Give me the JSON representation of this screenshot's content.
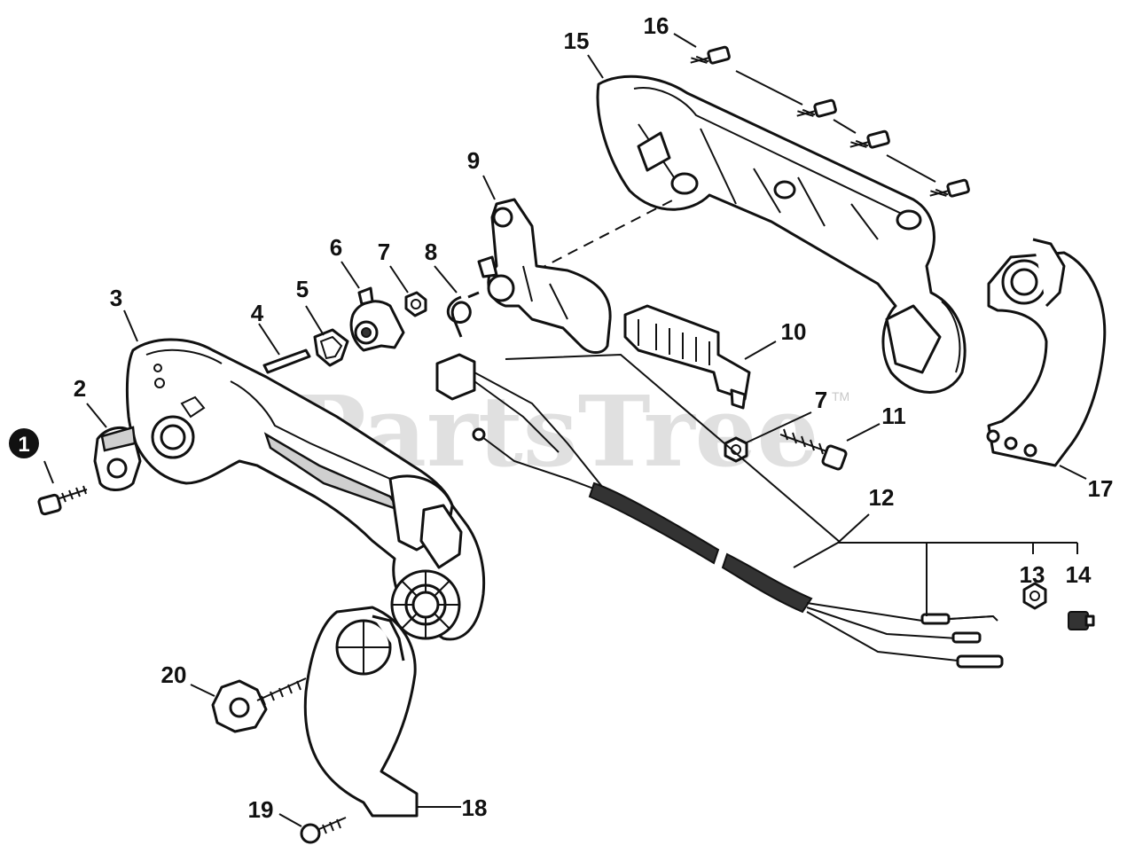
{
  "watermark": {
    "text": "PartsTree",
    "tm": "TM"
  },
  "badge": {
    "label": "1"
  },
  "callouts": [
    "2",
    "3",
    "4",
    "5",
    "6",
    "7",
    "8",
    "9",
    "10",
    "7",
    "11",
    "12",
    "13",
    "14",
    "15",
    "16",
    "17",
    "18",
    "19",
    "20"
  ]
}
